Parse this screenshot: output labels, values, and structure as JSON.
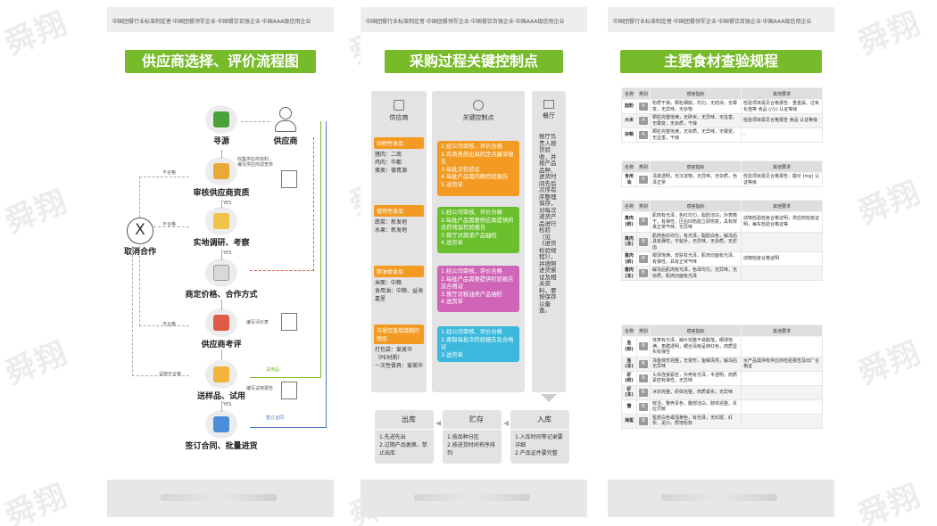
{
  "tagline": "中国团餐行业标准制定者·中国团餐领军企业·中国餐饮百强企业·中国AAA级信用企业",
  "panel1": {
    "title": "供应商选择、评价流程图",
    "supplier": "供应商",
    "steps": [
      "寻源",
      "审核供应商资质",
      "实地调研、考察",
      "商定价格、合作方式",
      "供应商考评",
      "送样品、试用",
      "签订合同、批量进货"
    ],
    "cancel": "取消合作",
    "cancel_symbol": "X",
    "notes": {
      "collect": "收集供应商资料，编写供应商调查表",
      "write_eval": "编写评价表",
      "write_trial": "编写试用报告",
      "unqualified": "不合格",
      "trial_unqualified": "试用不合格",
      "yes": "YES",
      "trial_ok": "试用品",
      "sign": "签订合同"
    }
  },
  "panel2": {
    "title": "采购过程关键控制点",
    "col_supplier": "供应商",
    "col_control": "关键控制点",
    "col_canteen": "餐厅",
    "categories": [
      {
        "tag": "动物性食品",
        "detail": "猪肉：二商\n鸡肉：华都\n蛋类：德青源"
      },
      {
        "tag": "植物性食品",
        "detail": "蔬菜：新发地\n水果：新发地"
      },
      {
        "tag": "粮油类食品",
        "detail": "米面：中粮\n食用油：中粮、益海嘉里"
      },
      {
        "tag": "与餐饮直接接触的物品",
        "detail": "打包袋：爱美华（PE材质）\n一次性餐具：爱美华"
      }
    ],
    "controls": [
      {
        "color": "#f39a22",
        "text": "1.经公司审核、评价合格\n2.有商务部出具的定点屠宰报告\n3.每批次检验证\n4.每批产品需内精检验报告\n5.送货单"
      },
      {
        "color": "#6abf2c",
        "text": "1.经公司审核、评价合格\n2.每批产品需要供应商提供的农药残留检验报告\n3.餐厅对蔬菜产品抽检\n4.送货单"
      },
      {
        "color": "#d065b8",
        "text": "1.经公司审核、评价合格\n2.每批产品需要提供检验报告及合格证\n3.餐厅对粮油类产品抽检\n4.送货单"
      },
      {
        "color": "#3bb8dc",
        "text": "1.经公司审核、评价合格\n2.索取每批次检验报告及合格证\n3.送货单"
      }
    ],
    "canteen_text": "餐厅负责人按货验收，并按产品品种、进货时间先后次序有序整理保存，对每次递货产品进行检验（见《进货检验规程》），并按照进货索证及相关资料，要按保存以备查。",
    "bottom": [
      {
        "title": "出库",
        "text": "1.先进先出\n2.过期产品更换、禁止出库"
      },
      {
        "title": "贮存",
        "text": "1.按品种分区\n2.按进货时间有序排列"
      },
      {
        "title": "入库",
        "text": "1.入库时间等记录要详细\n2.产品证件要完整"
      }
    ]
  },
  "panel3": {
    "title": "主要食材查验规程",
    "headers": [
      "名称",
      "类别",
      "感官指标",
      "其他要求"
    ],
    "grain_rows": [
      {
        "name": "面粉",
        "grade": "A",
        "ind": "粉质干燥，颗粒细腻，均匀，无结块，无霉变，无异味，无杂物",
        "other": "检验项目需见合格报告：重金属、过氧化值等 食品 (/小) 认证等级"
      },
      {
        "name": "大米",
        "grade": "A",
        "ind": "颗粒完整饱满，无碎米，无异味，无虫害，无霉变，无杂质，干燥",
        "other": "检验项目需见合格报告 食品 认证等级"
      },
      {
        "name": "杂粮",
        "grade": "A",
        "ind": "颗粒完整饱满，无杂质，无异味，无霉变，无虫害，干燥",
        "other": "-"
      }
    ],
    "oil_rows": [
      {
        "name": "食用油",
        "grade": "A",
        "ind": "清澈透明，无沉淀物，无异味，无杂质，色泽正常",
        "other": "检验项目需见合格报告：酸价 (mg) 认证等级"
      }
    ],
    "meat_rows": [
      {
        "name": "禽肉(鲜)",
        "grade": "B",
        "ind": "肌肉有光泽，色红均匀，脂肪洁白，外表微干，有弹性，压后凹陷能立即恢复，具有鲜禽正常气味，无异味",
        "other": "动物检验检疫合格证明，供应商检疫证明，每车检验合格证等"
      },
      {
        "name": "禽肉(冻)",
        "grade": "B",
        "ind": "肌肉色红均匀，有光泽，脂肪白色，解冻后具有弹性，不粘手，无异味，无杂质，无淤血",
        "other": ""
      },
      {
        "name": "畜肉(鲜)",
        "grade": "B",
        "ind": "眼球饱满，皮肤有光泽，肌肉切面有光泽，有弹性，具有正常气味",
        "other": "动物检疫合格证明"
      },
      {
        "name": "畜肉(冻)",
        "grade": "B",
        "ind": "解冻后肌肉有光泽，色泽均匀，无异味，无杂质，肌肉切面有光泽",
        "other": ""
      }
    ],
    "aquatic_rows": [
      {
        "name": "鱼(鲜)",
        "grade": "B",
        "ind": "体表有光泽，鳞片完整不易脱落，眼球饱满，角膜透明，鳃丝清晰呈鲜红色，肉质坚实有弹性",
        "other": ""
      },
      {
        "name": "鱼(冻)",
        "grade": "B",
        "ind": "冻鱼体形完整，无变形，鱼鳞清亮，解冻后无异味",
        "other": "水产品需持有供应商检验报告及出厂合格证"
      },
      {
        "name": "虾(鲜)",
        "grade": "B",
        "ind": "头体连接紧密，外壳有光泽，半透明，肉质紧密有弹性，无异味",
        "other": ""
      },
      {
        "name": "虾(冻)",
        "grade": "B",
        "ind": "冰衣完整，虾体完整，肉质紧实，无异味",
        "other": ""
      },
      {
        "name": "蟹",
        "grade": "B",
        "ind": "鲜活，蟹壳青色，腹部洁白，肢体完整，反应灵敏",
        "other": ""
      },
      {
        "name": "海蜇",
        "grade": "B",
        "ind": "蜇皮白色或浅黄色，有光泽，无红斑、红衣、泥沙，质地松软",
        "other": ""
      }
    ]
  }
}
